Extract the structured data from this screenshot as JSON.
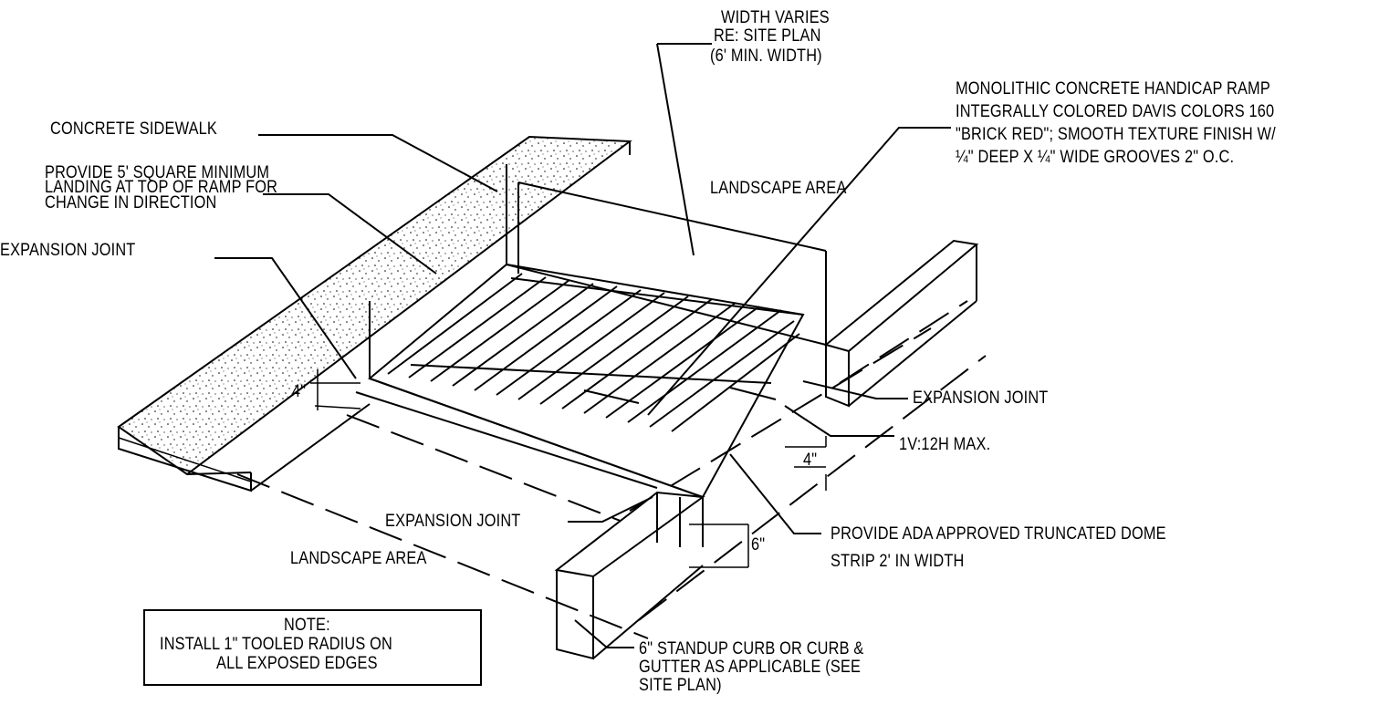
{
  "labels": {
    "width_varies": "WIDTH VARIES",
    "re_site_plan": "RE: SITE PLAN",
    "min_width": "(6' MIN. WIDTH)",
    "ramp_1": "MONOLITHIC CONCRETE HANDICAP RAMP",
    "ramp_2": "INTEGRALLY COLORED DAVIS COLORS 160",
    "ramp_3": "\"BRICK RED\"; SMOOTH TEXTURE FINISH W/",
    "ramp_4": "¼\" DEEP X ¼\" WIDE GROOVES 2\" O.C.",
    "concrete_sidewalk": "CONCRETE SIDEWALK",
    "landing_1": "PROVIDE 5' SQUARE MINIMUM",
    "landing_2": "LANDING AT TOP OF RAMP FOR",
    "landing_3": "CHANGE IN DIRECTION",
    "landscape_top": "LANDSCAPE AREA",
    "expansion_joint_left": "EXPANSION JOINT",
    "expansion_joint_right": "EXPANSION JOINT",
    "expansion_joint_bottom": "EXPANSION JOINT",
    "dim_4_left": "4\"",
    "dim_4_right": "4\"",
    "dim_6": "6\"",
    "slope": "1V:12H MAX.",
    "ada_1": "PROVIDE ADA APPROVED TRUNCATED DOME",
    "ada_2": "STRIP 2' IN WIDTH",
    "landscape_bottom": "LANDSCAPE AREA",
    "curb_1": "6\" STANDUP CURB OR CURB &",
    "curb_2": "GUTTER AS APPLICABLE (SEE",
    "curb_3": "SITE PLAN)"
  },
  "note": {
    "title": "NOTE:",
    "line_1": "INSTALL 1\" TOOLED RADIUS ON",
    "line_2": "ALL EXPOSED EDGES"
  }
}
